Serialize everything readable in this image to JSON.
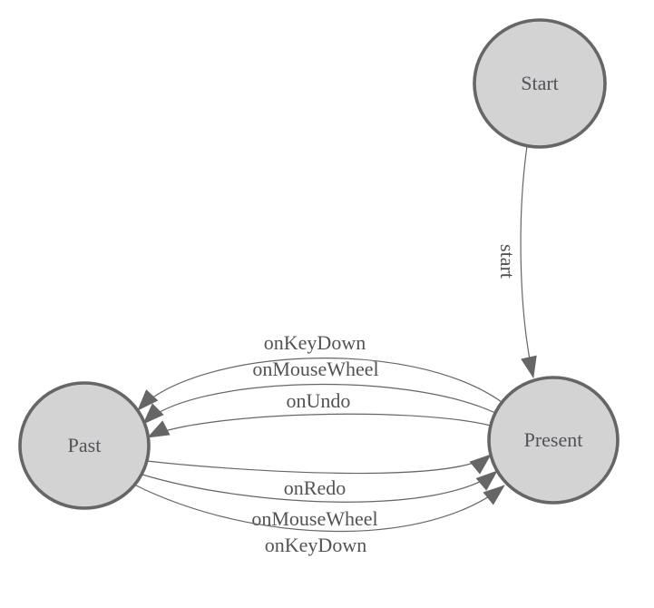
{
  "diagram": {
    "type": "state-machine",
    "nodes": [
      {
        "id": "start",
        "label": "Start"
      },
      {
        "id": "present",
        "label": "Present"
      },
      {
        "id": "past",
        "label": "Past"
      }
    ],
    "edges": [
      {
        "from": "Start",
        "to": "Present",
        "label": "start"
      },
      {
        "from": "Present",
        "to": "Past",
        "label": "onKeyDown"
      },
      {
        "from": "Present",
        "to": "Past",
        "label": "onMouseWheel"
      },
      {
        "from": "Present",
        "to": "Past",
        "label": "onUndo"
      },
      {
        "from": "Past",
        "to": "Present",
        "label": "onRedo"
      },
      {
        "from": "Past",
        "to": "Present",
        "label": "onMouseWheel"
      },
      {
        "from": "Past",
        "to": "Present",
        "label": "onKeyDown"
      }
    ],
    "colors": {
      "background": "#ffffff",
      "node_fill": "#d3d3d3",
      "node_stroke": "#666666",
      "edge_stroke": "#666666",
      "arrow_fill": "#666666",
      "label_text": "#525257"
    }
  }
}
